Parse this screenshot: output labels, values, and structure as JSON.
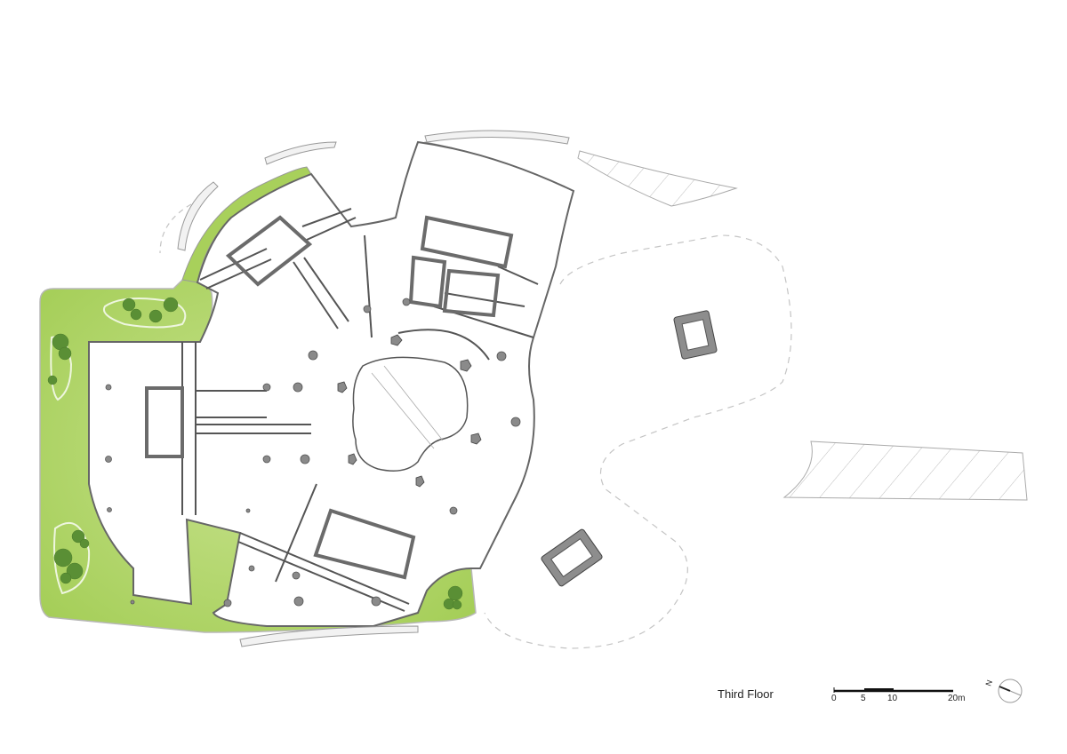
{
  "drawing": {
    "title": "Third Floor",
    "type": "architectural floor plan",
    "colors": {
      "landscape_green": "#a6cf5a",
      "landscape_green_light": "#c9e39a",
      "tree_green": "#4f8a2e",
      "wall_gray": "#6b6b6b",
      "core_fill": "#8a8a8a",
      "outline": "#555555",
      "canopy_hatch": "#b9b9b9",
      "dashed_outline": "#bdbdbd"
    }
  },
  "scale_bar": {
    "labels": [
      "0",
      "5",
      "10",
      "20m"
    ],
    "unit": "m"
  },
  "north_arrow": {
    "label": "N"
  }
}
